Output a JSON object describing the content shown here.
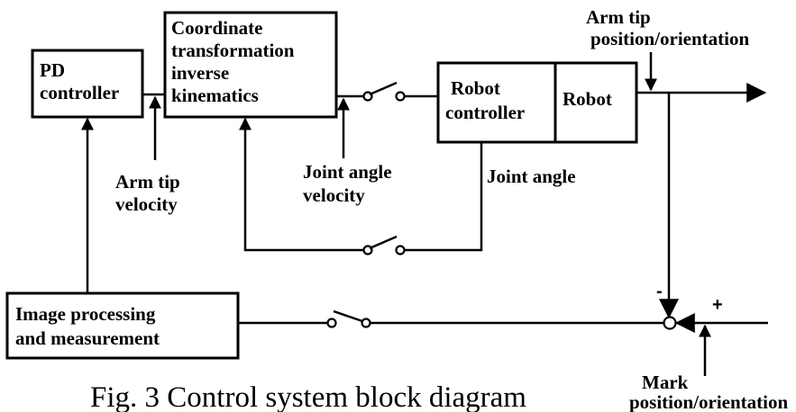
{
  "blocks": {
    "pd_controller": [
      "PD",
      "controller"
    ],
    "coordinate_transformation": [
      "Coordinate",
      "transformation",
      "inverse",
      "kinematics"
    ],
    "robot_controller": [
      "Robot",
      "controller"
    ],
    "robot": "Robot",
    "image_processing": [
      "Image processing",
      "and measurement"
    ]
  },
  "signals": {
    "arm_tip_velocity": [
      "Arm tip",
      "velocity"
    ],
    "joint_angle_velocity": [
      "Joint angle",
      "velocity"
    ],
    "joint_angle": "Joint angle",
    "arm_tip_position": [
      "Arm tip",
      "position/orientation"
    ],
    "mark_position": [
      "Mark",
      "position/orientation"
    ]
  },
  "summing_junction": {
    "minus": "-",
    "plus": "+"
  },
  "caption": "Fig. 3 Control system block diagram"
}
